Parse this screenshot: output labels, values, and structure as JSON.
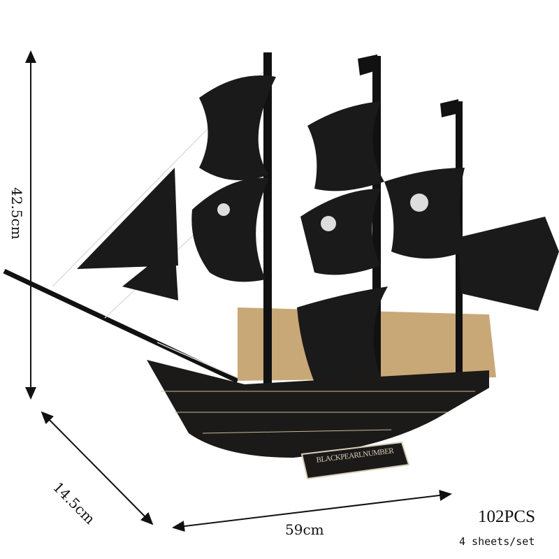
{
  "product": {
    "nameplate": "BLACKPEARLNUMBER",
    "dimensions": {
      "height": "42.5cm",
      "depth": "14.5cm",
      "width": "59cm"
    },
    "piece_count": "102PCS",
    "sheets": "4 sheets/set"
  },
  "colors": {
    "hull": "#1c1a19",
    "wood": "#c9a878",
    "sail": "#1a1a1a",
    "accent": "#e8e2d0"
  }
}
